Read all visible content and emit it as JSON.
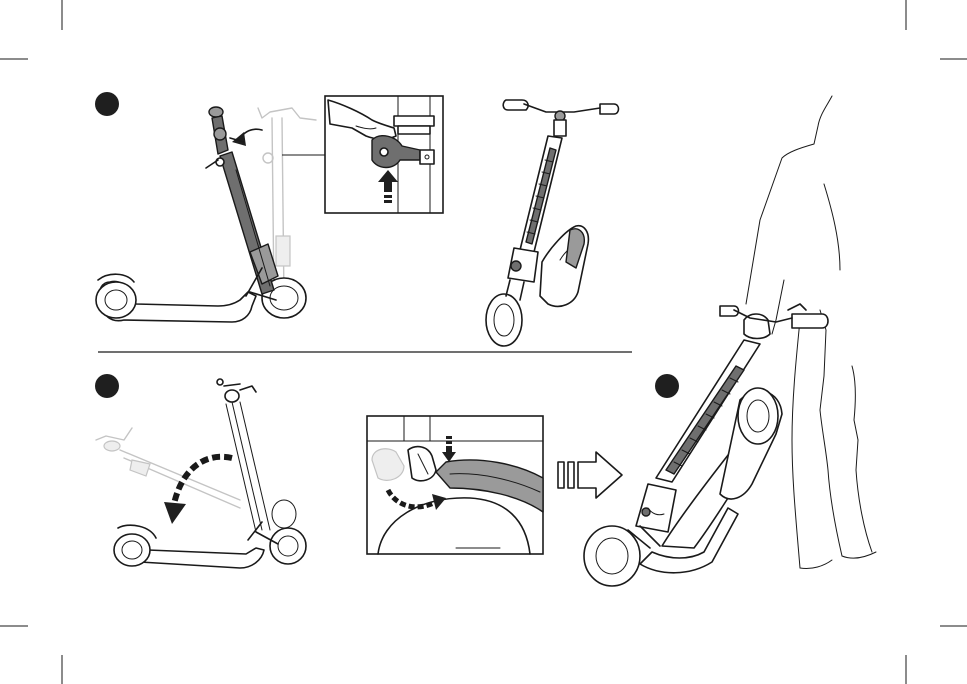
{
  "colors": {
    "ink": "#1a1a1a",
    "gray": "#8a8a8a",
    "light_gray": "#cfcfcf",
    "step_dot": "#1f1f1f",
    "background": "#ffffff"
  },
  "steps": [
    {
      "id": 1,
      "label": ""
    },
    {
      "id": 2,
      "label": ""
    },
    {
      "id": 3,
      "label": ""
    }
  ],
  "icons": {
    "trim_marks": "crop-mark-icon",
    "lever_release": "lever-icon",
    "push_up_arrow": "arrow-up-icon",
    "fold_arrow": "curved-arrow-icon",
    "next_arrow": "arrow-right-icon",
    "latch_down_arrow": "arrow-down-icon"
  }
}
